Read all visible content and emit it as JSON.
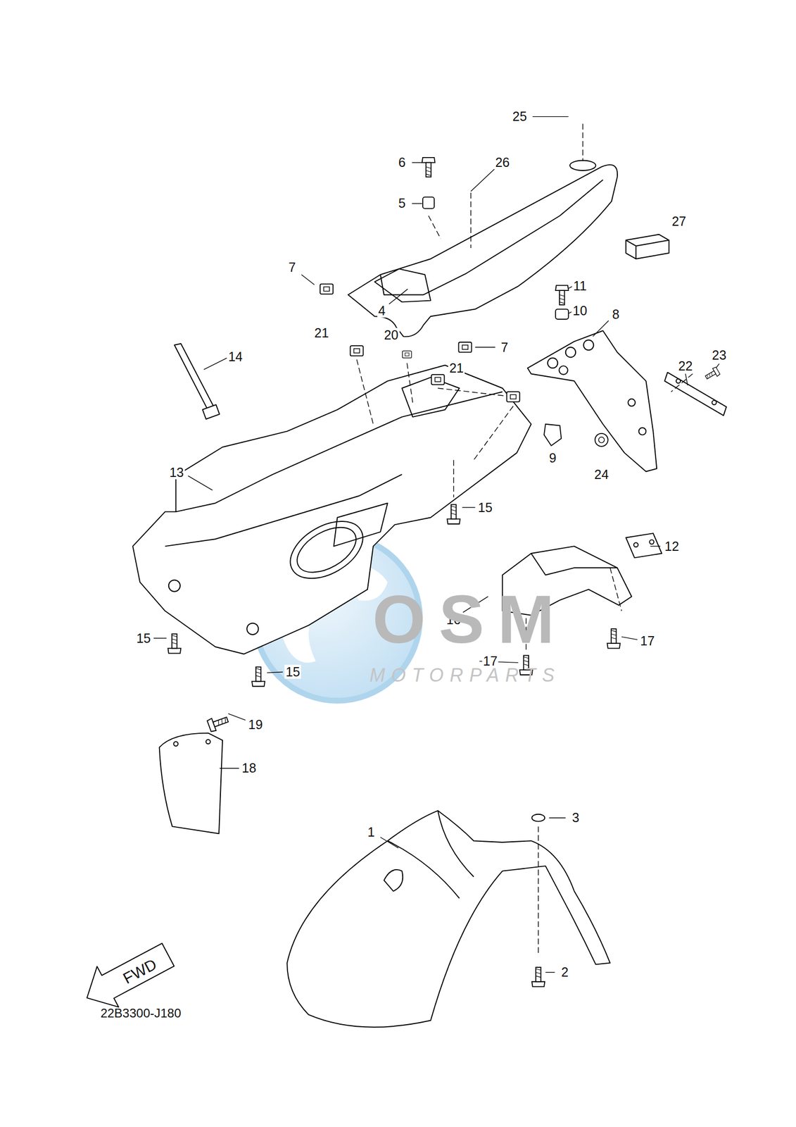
{
  "diagram": {
    "labels": [
      "25",
      "6",
      "26",
      "5",
      "27",
      "7",
      "11",
      "10",
      "8",
      "4",
      "21",
      "20",
      "7",
      "23",
      "22",
      "14",
      "21",
      "9",
      "24",
      "13",
      "15",
      "12",
      "16",
      "OSM",
      "17",
      "15",
      "17",
      "MOTORPARTS",
      "15",
      "19",
      "18",
      "3",
      "1",
      "FWD",
      "2",
      "22B3300-J180"
    ]
  }
}
